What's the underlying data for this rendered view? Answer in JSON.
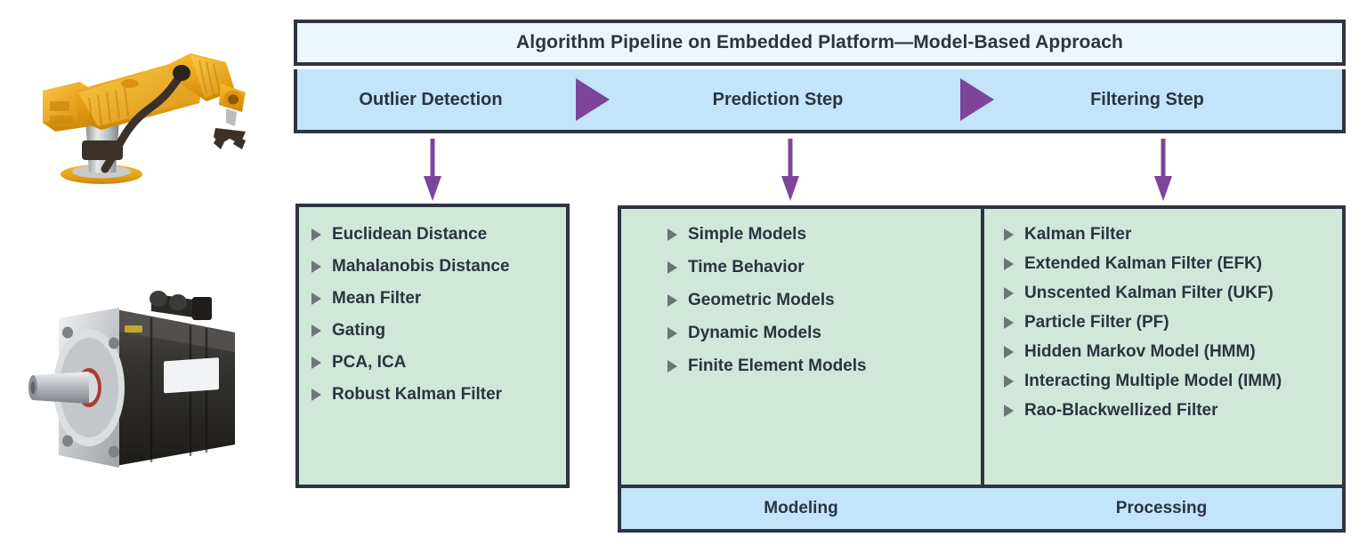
{
  "figure": {
    "title": "Algorithm Pipeline on Embedded Platform—Model-Based Approach",
    "accent_purple": "#7C4599",
    "border_color": "#2E3440",
    "blue_title_fill": "#ECF6FD",
    "blue_band_fill": "#C3E4F9",
    "green_fill": "#CFE8DA",
    "text_color": "#2B3440",
    "bullet_color": "#6D7278"
  },
  "photos": [
    {
      "name": "industrial-robot-arm",
      "alt": "Yellow industrial robotic arm"
    },
    {
      "name": "servo-motor",
      "alt": "Black AC servo motor with aluminium flange"
    }
  ],
  "steps": [
    {
      "label": "Outlier Detection"
    },
    {
      "label": "Prediction Step"
    },
    {
      "label": "Filtering Step"
    }
  ],
  "step_arrows": [
    {
      "name": "arrow-outlier-to-prediction",
      "glyph": "triangle-right"
    },
    {
      "name": "arrow-prediction-to-filtering",
      "glyph": "triangle-right"
    }
  ],
  "down_arrows": [
    {
      "name": "down-arrow-outlier"
    },
    {
      "name": "down-arrow-prediction"
    },
    {
      "name": "down-arrow-filtering"
    }
  ],
  "panels": {
    "outlier": {
      "items": [
        "Euclidean Distance",
        "Mahalanobis Distance",
        "Mean Filter",
        "Gating",
        "PCA, ICA",
        "Robust Kalman Filter"
      ]
    },
    "modeling": {
      "footer_label": "Modeling",
      "items": [
        "Simple Models",
        "Time Behavior",
        "Geometric Models",
        "Dynamic Models",
        "Finite Element Models"
      ]
    },
    "processing": {
      "footer_label": "Processing",
      "items": [
        "Kalman Filter",
        "Extended Kalman Filter (EFK)",
        "Unscented Kalman Filter (UKF)",
        "Particle Filter (PF)",
        "Hidden Markov Model (HMM)",
        "Interacting Multiple Model (IMM)",
        "Rao-Blackwellized Filter"
      ]
    }
  }
}
